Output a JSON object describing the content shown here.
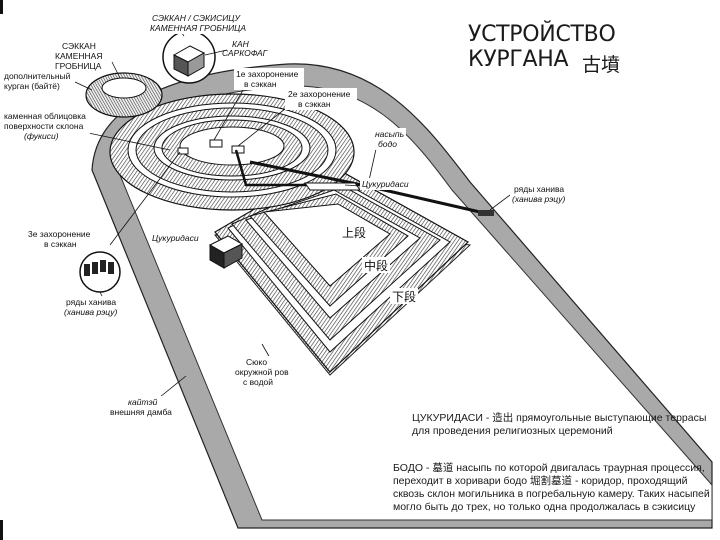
{
  "title": {
    "ru": "УСТРОЙСТВО КУРГАНА",
    "jp": "古墳"
  },
  "labels": {
    "sekkan_sekishitsu": [
      "СЭККАН / СЭКИСИЦУ",
      "КАМЕННАЯ ГРОБНИЦА"
    ],
    "sekkan": [
      "СЭККАН",
      "КАМЕННАЯ",
      "ГРОБНИЦА"
    ],
    "kan": [
      "КАН",
      "САРКОФАГ"
    ],
    "extra_mound": [
      "дополнительный",
      "курган (байтё)"
    ],
    "fukiishi": [
      "каменная облицовка",
      "поверхности склона",
      "(фукиси)"
    ],
    "burial1": [
      "1е захоронение",
      "в сэккан"
    ],
    "burial2": [
      "2е захоронение",
      "в сэккан"
    ],
    "burial3": [
      "3е захоронение",
      "в сэккан"
    ],
    "bodo_left": [
      "насыпь",
      "бодо"
    ],
    "tsukuridashi_right": "Цукуридаси",
    "tsukuridashi_left": "Цукуридаси",
    "haniwa_right": [
      "ряды ханива",
      "(ханива рэцу)"
    ],
    "haniwa_left": [
      "ряды ханива",
      "(ханива рэцу)"
    ],
    "moat": [
      "Сюко",
      "окружной ров",
      "с водой"
    ],
    "outer_wall": [
      "кайтэй",
      "внешняя дамба"
    ],
    "tier_upper": "上段",
    "tier_middle": "中段",
    "tier_lower": "下段"
  },
  "notes": {
    "tsukuridashi": "ЦУКУРИДАСИ - 造出 прямоугольные выступающие террасы для проведения религиозных церемоний",
    "bodo": "БОДО - 墓道 насыпь по которой двигалась траурная процессия, переходит в хоривари бодо 堀割墓道 - коридор, проходящий сквозь склон могильника в погребальную камеру. Таких насыпей могло быть до трех, но только одна продолжалась в сэкисицу"
  },
  "colors": {
    "outer_band": "#a9a9a9",
    "ink": "#111111",
    "hatch": "#555555",
    "moat": "#ffffff"
  }
}
